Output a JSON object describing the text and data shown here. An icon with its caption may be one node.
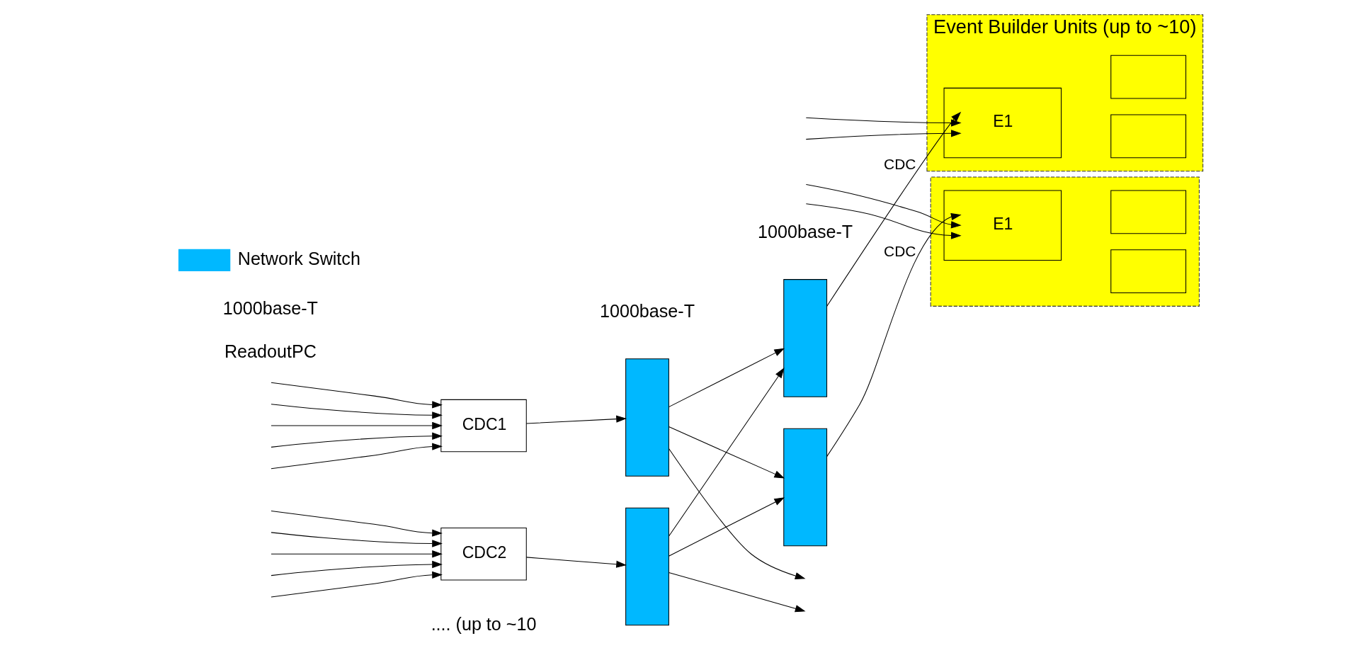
{
  "diagram": {
    "nodes": [
      {
        "text": [
          "CDC1"
        ]
      },
      {
        "text": [
          "CDC2"
        ]
      },
      {
        "text": [],
        "shape": "box"
      },
      {
        "text": [],
        "shape": "box"
      },
      {
        "text": [],
        "shape": "box"
      },
      {
        "text": [],
        "shape": "box"
      },
      {
        "text": [
          "Event Builder Units (up to ~10)"
        ]
      },
      {
        "text": [
          "E1"
        ],
        "in": 6
      },
      {
        "text": [],
        "shape": "box",
        "in": 6
      },
      {
        "text": [],
        "shape": "box",
        "in": 6
      },
      {
        "text": [],
        "shape": "box"
      },
      {
        "text": [
          "E1"
        ],
        "in": 10
      },
      {
        "text": [],
        "shape": "box",
        "in": 10
      },
      {
        "text": [],
        "shape": "box",
        "in": 10
      }
    ],
    "edges": [
      {
        "from": null,
        "to": 0,
        "arrow": "to"
      },
      {
        "from": null,
        "to": 0,
        "arrow": "to"
      },
      {
        "from": null,
        "to": 0,
        "arrow": "to"
      },
      {
        "from": null,
        "to": 0,
        "arrow": "to"
      },
      {
        "from": null,
        "to": 0,
        "arrow": "to"
      },
      {
        "from": null,
        "to": 1,
        "arrow": "to"
      },
      {
        "from": null,
        "to": 1,
        "arrow": "to"
      },
      {
        "from": null,
        "to": 1,
        "arrow": "to"
      },
      {
        "from": null,
        "to": 1,
        "arrow": "to"
      },
      {
        "from": null,
        "to": 1,
        "arrow": "to"
      },
      {
        "from": 0,
        "to": 2,
        "arrow": "to"
      },
      {
        "from": 1,
        "to": 3,
        "arrow": "to"
      },
      {
        "from": 2,
        "to": 4,
        "arrow": "to"
      },
      {
        "from": 2,
        "to": 5,
        "arrow": "to"
      },
      {
        "from": 2,
        "to": null,
        "arrow": "to"
      },
      {
        "from": 3,
        "to": 4,
        "arrow": "to"
      },
      {
        "from": 3,
        "to": 5,
        "arrow": "to"
      },
      {
        "from": 3,
        "to": null,
        "arrow": "to"
      },
      {
        "from": 4,
        "to": 7,
        "arrow": "to",
        "label": "CDC"
      },
      {
        "from": null,
        "to": 7,
        "arrow": "to"
      },
      {
        "from": null,
        "to": 7,
        "arrow": "to"
      },
      {
        "from": 5,
        "to": 11,
        "arrow": "to",
        "label": "CDC"
      },
      {
        "from": null,
        "to": 11,
        "arrow": "to"
      },
      {
        "from": null,
        "to": 11,
        "arrow": "to"
      }
    ],
    "labels": [
      "1000base-T",
      "ReadoutPC",
      "1000base-T",
      "1000base-T",
      ".... (up to ~10"
    ],
    "legend": [
      {
        "text": "Network Switch",
        "color": "#00b8ff"
      }
    ]
  }
}
